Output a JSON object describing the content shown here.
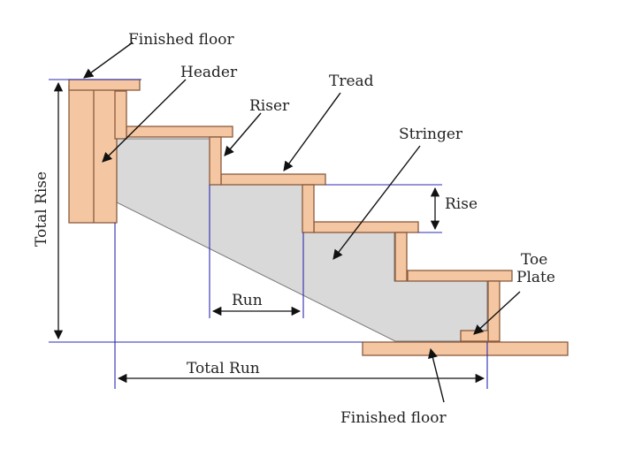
{
  "labels": {
    "finished_floor_top": "Finished floor",
    "header": "Header",
    "tread": "Tread",
    "riser": "Riser",
    "stringer": "Stringer",
    "rise": "Rise",
    "toe_plate_line1": "Toe",
    "toe_plate_line2": "Plate",
    "run": "Run",
    "total_rise": "Total Rise",
    "total_run": "Total Run",
    "finished_floor_bottom": "Finished floor"
  },
  "colors": {
    "wood_fill": "#f4c7a2",
    "wood_stroke": "#8a5a3c",
    "stringer_fill": "#d9d9d9",
    "dimension_line": "#2b2bb0",
    "leader_line": "#111111"
  }
}
